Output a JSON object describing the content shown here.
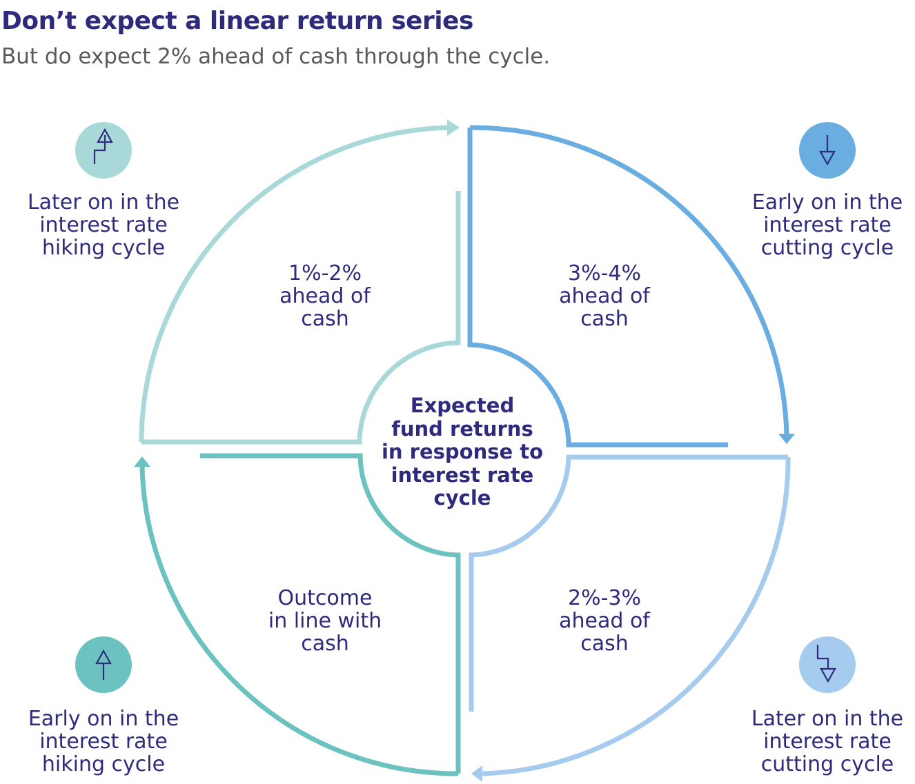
{
  "title": "Don’t expect a linear return series",
  "subtitle": "But do expect 2% ahead of cash through the cycle.",
  "center": {
    "lines": [
      "Expected",
      "fund returns",
      "in response to",
      "interest rate",
      "cycle"
    ]
  },
  "quadrants": [
    {
      "id": "later-hiking",
      "position": "top-left",
      "color": "#a8d9d8",
      "icon": "step-up-arrow-icon",
      "phase_lines": [
        "Later on in the",
        "interest rate",
        "hiking cycle"
      ],
      "return_lines": [
        "1%-2%",
        "ahead of",
        "cash"
      ]
    },
    {
      "id": "early-cutting",
      "position": "top-right",
      "color": "#6aade0",
      "icon": "down-arrow-icon",
      "phase_lines": [
        "Early on in the",
        "interest rate",
        "cutting cycle"
      ],
      "return_lines": [
        "3%-4%",
        "ahead of",
        "cash"
      ]
    },
    {
      "id": "later-cutting",
      "position": "bottom-right",
      "color": "#a5cbee",
      "icon": "step-down-arrow-icon",
      "phase_lines": [
        "Later on in the",
        "interest rate",
        "cutting cycle"
      ],
      "return_lines": [
        "2%-3%",
        "ahead of",
        "cash"
      ]
    },
    {
      "id": "early-hiking",
      "position": "bottom-left",
      "color": "#6cc2bf",
      "icon": "up-arrow-icon",
      "phase_lines": [
        "Early on in the",
        "interest rate",
        "hiking cycle"
      ],
      "return_lines": [
        "Outcome",
        "in line with",
        "cash"
      ]
    }
  ],
  "colors": {
    "title": "#2e2a7c",
    "subtitle": "#5a5a5a",
    "icon_stroke": "#2e2a7c"
  }
}
